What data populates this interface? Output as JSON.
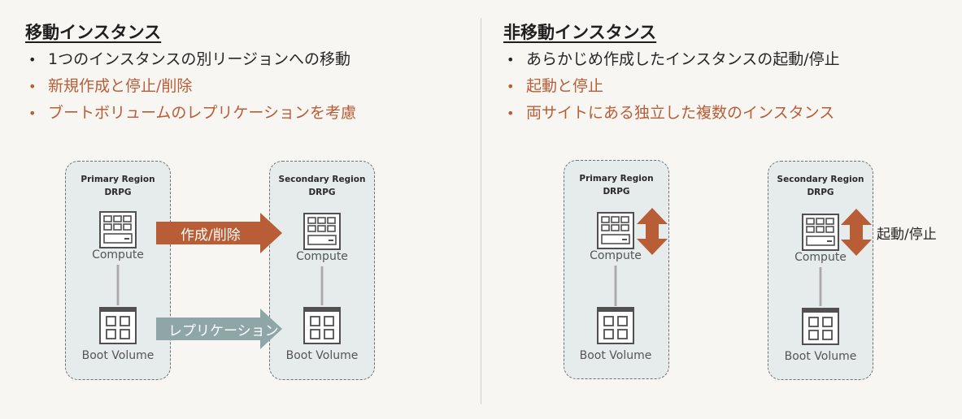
{
  "left": {
    "heading": "移動インスタンス",
    "bullets": [
      "1つのインスタンスの別リージョンへの移動",
      "新規作成と停止/削除",
      "ブートボリュームのレプリケーションを考慮"
    ],
    "primary": {
      "title_line1": "Primary Region",
      "title_line2": "DRPG",
      "compute": "Compute",
      "volume": "Boot Volume"
    },
    "secondary": {
      "title_line1": "Secondary Region",
      "title_line2": "DRPG",
      "compute": "Compute",
      "volume": "Boot Volume"
    },
    "arrow_create": "作成/削除",
    "arrow_replicate": "レプリケーション"
  },
  "right": {
    "heading": "非移動インスタンス",
    "bullets": [
      "あらかじめ作成したインスタンスの起動/停止",
      "起動と停止",
      "両サイトにある独立した複数のインスタンス"
    ],
    "primary": {
      "title_line1": "Primary Region",
      "title_line2": "DRPG",
      "compute": "Compute",
      "volume": "Boot Volume"
    },
    "secondary": {
      "title_line1": "Secondary Region",
      "title_line2": "DRPG",
      "compute": "Compute",
      "volume": "Boot Volume"
    },
    "side_label": "起動/停止"
  },
  "bullet_glyph": "•",
  "colors": {
    "accent": "#b85d35",
    "replication_arrow": "#8ea6a8",
    "text_dark": "#262626",
    "region_fill": "#e6ebec"
  }
}
